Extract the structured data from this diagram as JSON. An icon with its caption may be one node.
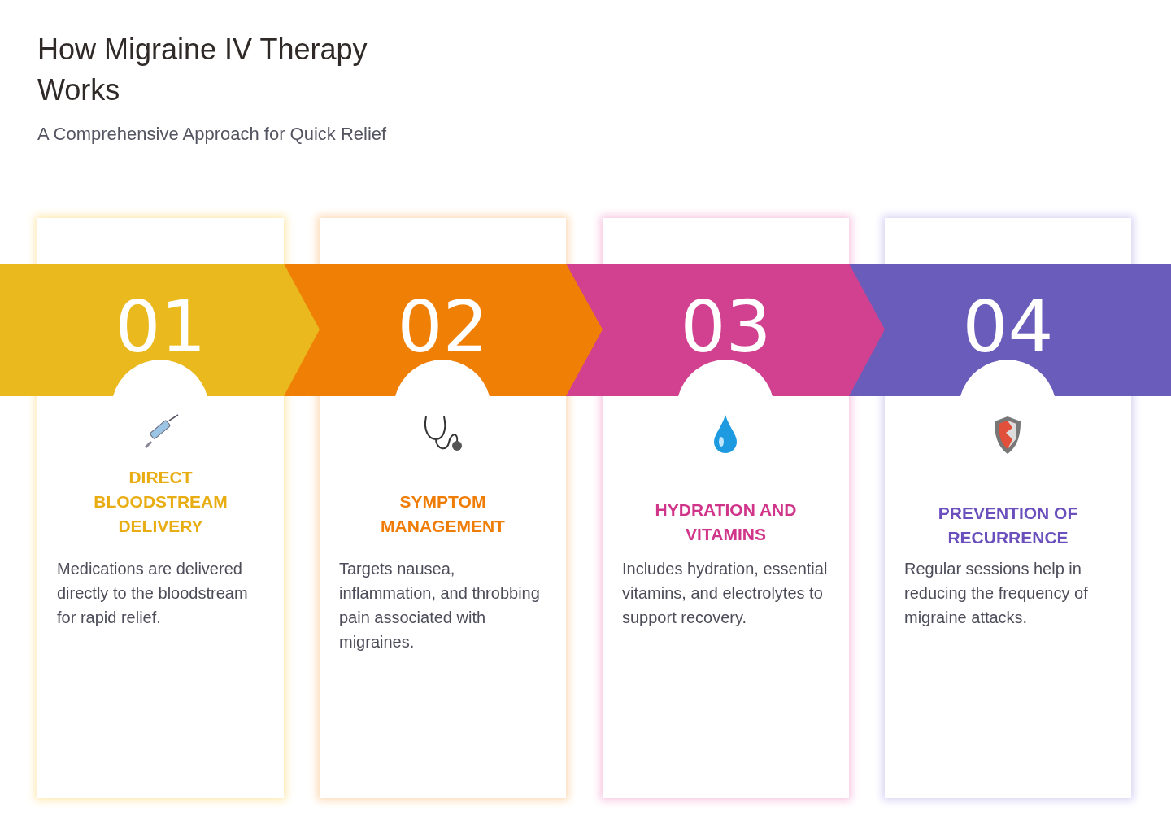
{
  "diagram": {
    "title": "How Migraine IV Therapy Works",
    "nodes": [
      {
        "text": [
          "01",
          "DIRECT BLOODSTREAM DELIVERY",
          "Medications are delivered directly to the bloodstream for rapid relief."
        ]
      },
      {
        "text": [
          "02",
          "SYMPTOM MANAGEMENT",
          "Targets nausea, inflammation, and throbbing pain associated with migraines."
        ]
      },
      {
        "text": [
          "03",
          "HYDRATION AND VITAMINS",
          "Includes hydration, essential vitamins, and electrolytes to support recovery."
        ]
      },
      {
        "text": [
          "04",
          "PREVENTION OF RECURRENCE",
          "Regular sessions help in reducing the frequency of migraine attacks."
        ]
      }
    ],
    "edges": [
      {
        "from": 0,
        "to": 1,
        "arrow": "to"
      },
      {
        "from": 1,
        "to": 2,
        "arrow": "to"
      },
      {
        "from": 2,
        "to": 3,
        "arrow": "to"
      }
    ],
    "labels": [
      "A Comprehensive Approach for Quick Relief"
    ]
  }
}
